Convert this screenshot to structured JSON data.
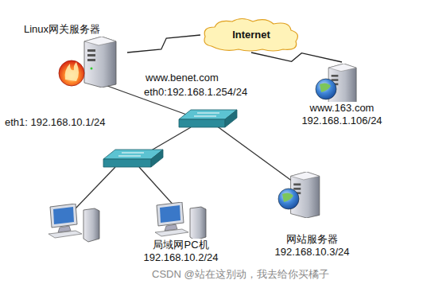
{
  "diagram": {
    "nodes": [
      {
        "text": [
          "Linux网关服务器"
        ]
      },
      {
        "text": [
          "Internet"
        ]
      },
      {
        "text": [
          "www.163.com",
          "192.168.1.106/24"
        ]
      },
      {
        "text": [
          "网站服务器",
          "192.168.10.3/24"
        ]
      },
      {
        "text": [
          "局域网PC机",
          "192.168.10.2/24"
        ]
      }
    ],
    "edges": [
      {
        "from": 0,
        "to": 1,
        "arrow": "none"
      },
      {
        "from": 1,
        "to": 2,
        "arrow": "none"
      }
    ],
    "labels": [
      "www.benet.com",
      "eth0:192.168.1.254/24",
      "eth1: 192.168.10.1/24",
      "CSDN @站在这别动，我去给你买橘子"
    ]
  }
}
